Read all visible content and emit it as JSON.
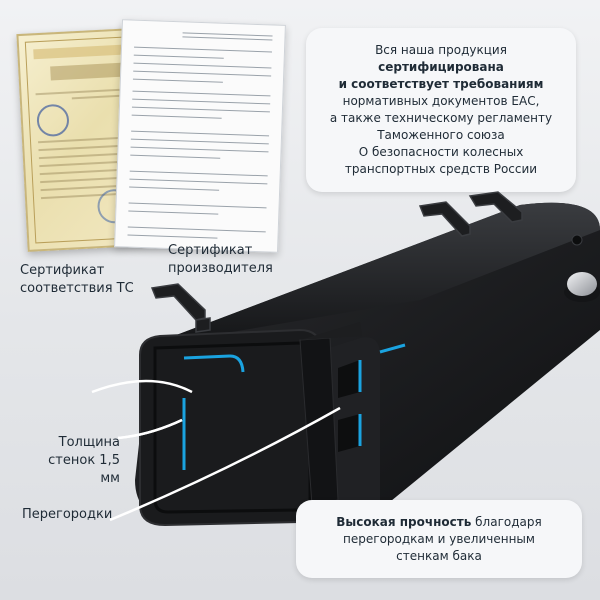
{
  "certificates": {
    "tc_label_line1": "Сертификат",
    "tc_label_line2": "соответствия ТС",
    "maker_label_line1": "Сертификат",
    "maker_label_line2": "производителя"
  },
  "info_top": {
    "line1": "Вся наша продукция",
    "line2": "сертифицирована",
    "line3": "и соответствует требованиям",
    "line4": "нормативных документов ЕАС,",
    "line5": "а также техническому регламенту",
    "line6": "Таможенного союза",
    "line7": "О безопасности колесных",
    "line8": "транспортных средств России"
  },
  "callouts": {
    "thickness_line1": "Толщина",
    "thickness_line2": "стенок 1,5 мм",
    "partitions": "Перегородки"
  },
  "info_bottom": {
    "bold": "Высокая прочность",
    "rest1": "благодаря",
    "line2": "перегородкам и увеличенным",
    "line3": "стенкам бака"
  },
  "colors": {
    "accent_blue": "#1aa3e0",
    "tank": "#1b1c1e"
  }
}
